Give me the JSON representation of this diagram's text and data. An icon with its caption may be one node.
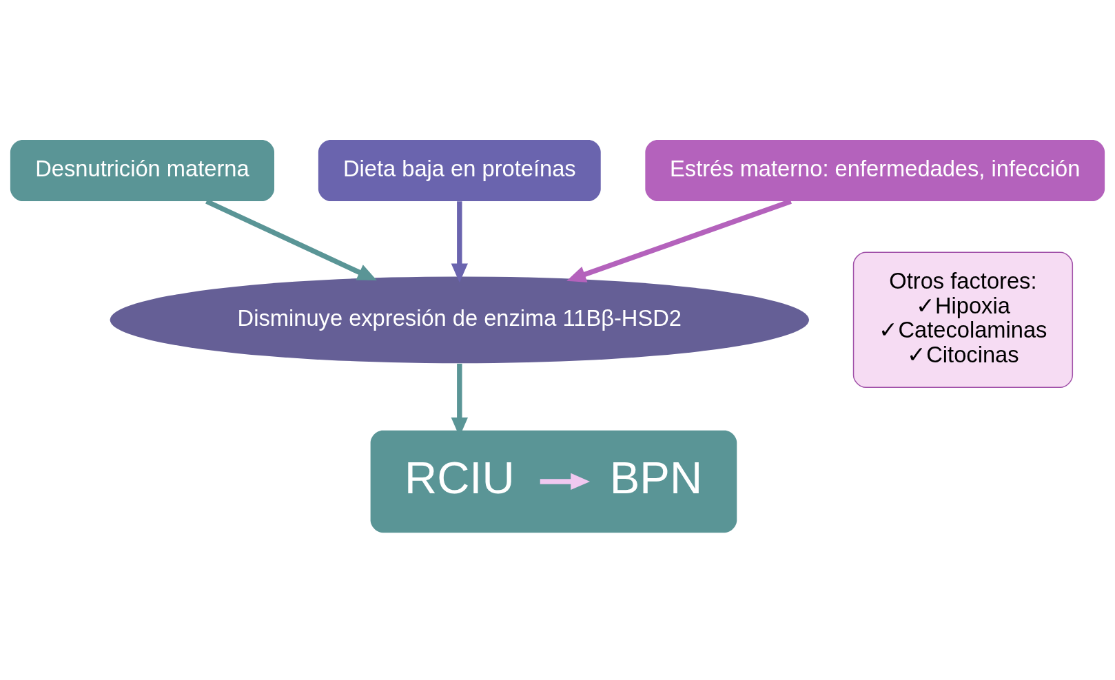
{
  "diagram": {
    "nodes": [
      {
        "text": [
          "Desnutrición materna"
        ]
      },
      {
        "text": [
          "Dieta baja en proteínas"
        ]
      },
      {
        "text": [
          "Estrés materno: enfermedades, infección"
        ]
      },
      {
        "text": [
          "Otros factores:",
          "✓Hipoxia",
          "✓Catecolaminas",
          "✓Citocinas"
        ]
      },
      {
        "text": [
          "Disminuye expresión de enzima 11Bβ-HSD2"
        ]
      },
      {
        "text": [],
        "shape": "box"
      },
      {
        "text": [
          "RCIU"
        ],
        "in": 5
      },
      {
        "text": [
          "BPN"
        ],
        "in": 5
      }
    ],
    "edges": [
      {
        "from": 0,
        "to": 4,
        "arrow": "to",
        "color": "#5a9596"
      },
      {
        "from": 1,
        "to": 4,
        "arrow": "to",
        "color": "#6a64ae"
      },
      {
        "from": 2,
        "to": 4,
        "arrow": "to",
        "color": "#b462bc"
      },
      {
        "from": 4,
        "to": 5,
        "arrow": "to",
        "color": "#5a9596"
      },
      {
        "from": 6,
        "to": 7,
        "arrow": "to",
        "color": "#f0c8f0"
      }
    ]
  }
}
